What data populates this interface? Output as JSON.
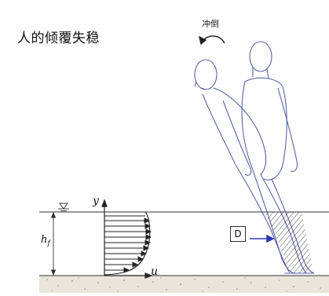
{
  "title": "人的倾覆失稳",
  "rotation_label": "冲倒",
  "force_label": "D",
  "axis": {
    "y": "y",
    "u": "u"
  },
  "depth_label": {
    "main": "h",
    "sub": "f"
  },
  "colors": {
    "outline": "#5a63a8",
    "arrow": "#2b3ab8",
    "ground": "#c8c2b4"
  }
}
